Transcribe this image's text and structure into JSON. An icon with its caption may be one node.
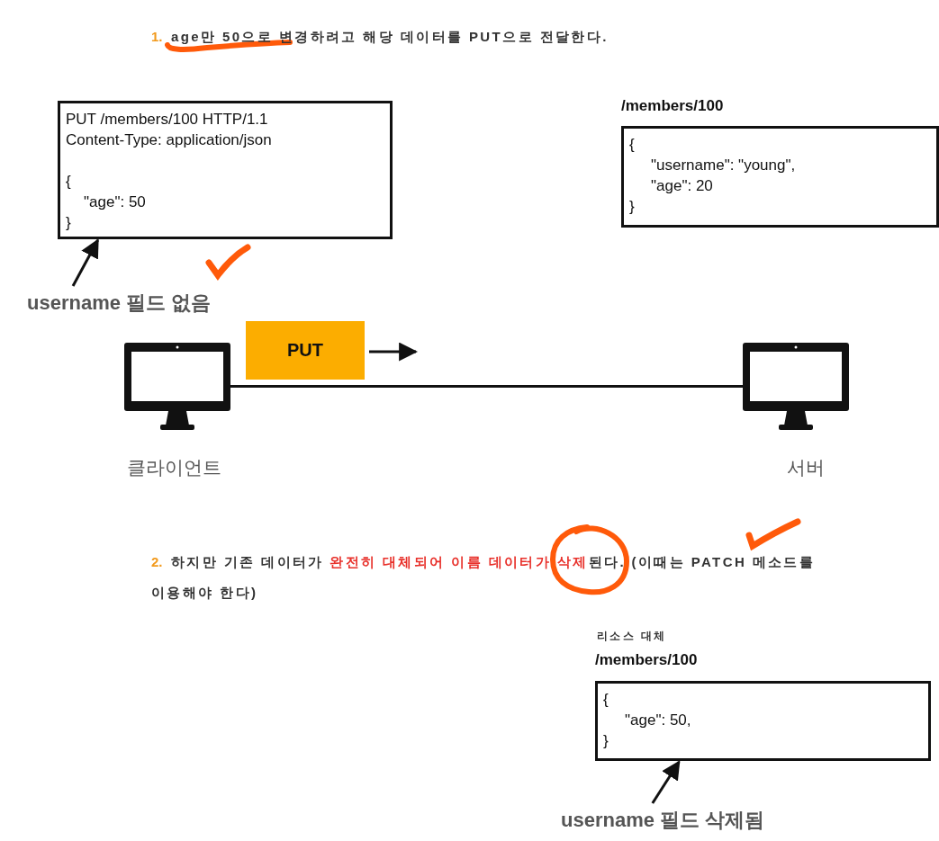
{
  "diagram": {
    "nodes": [
      {
        "text": [
          "PUT /members/100 HTTP/1.1",
          "Content-Type: application/json",
          "{",
          "\"age\": 50",
          "}"
        ]
      },
      {
        "text": [
          "username 필드 없음"
        ]
      },
      {
        "text": [
          "/members/100",
          "{",
          "\"username\": \"young\",",
          "\"age\": 20",
          "}"
        ]
      },
      {
        "text": [],
        "shape": "monitor",
        "beside": [
          "클라이언트"
        ]
      },
      {
        "text": [],
        "shape": "monitor",
        "beside": [
          "서버"
        ]
      },
      {
        "text": [
          "PUT"
        ]
      },
      {
        "text": [
          "/members/100",
          "{",
          "\"age\": 50,",
          "}"
        ]
      },
      {
        "text": [
          "username 필드 삭제됨"
        ]
      }
    ],
    "edges": [
      {
        "from": 1,
        "to": 0,
        "arrow": "to"
      },
      {
        "from": 3,
        "to": 4,
        "arrow": "none"
      },
      {
        "from": 7,
        "to": 6,
        "arrow": "to"
      }
    ],
    "labels": [
      "1.",
      "age만 50으로 변경하려고 해당 데이터를 PUT으로 전달한다.",
      "2.",
      "하지만 기존 데이터가 **완전히 대체되어 이름 데이터가 삭제**된다. (이때는 PATCH 메소드를 이용해야 한다)",
      "리소스 대체"
    ]
  }
}
